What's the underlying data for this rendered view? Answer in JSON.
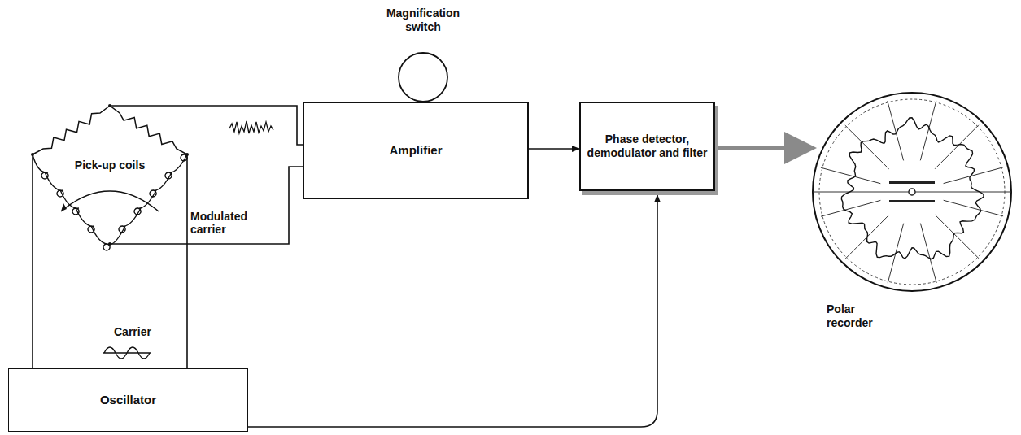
{
  "diagram": {
    "nodes": [
      {
        "text": [
          "Magnification switch"
        ]
      },
      {
        "text": [
          "Pick-up coils"
        ]
      },
      {
        "text": [
          "Amplifier"
        ]
      },
      {
        "text": [
          "Phase detector, demodulator and filter"
        ]
      },
      {
        "text": [
          "Polar recorder"
        ]
      },
      {
        "text": [
          "Oscillator"
        ]
      }
    ],
    "edges": [
      {
        "from": 0,
        "to": 2,
        "arrow": "to"
      },
      {
        "from": 1,
        "to": 2,
        "arrow": "none"
      },
      {
        "from": 2,
        "to": 3,
        "arrow": "to"
      },
      {
        "from": 3,
        "to": 4,
        "arrow": "to"
      },
      {
        "from": 5,
        "to": 1,
        "arrow": "none"
      },
      {
        "from": 5,
        "to": 3,
        "arrow": "to"
      }
    ],
    "labels": [
      "Modulated carrier",
      "Carrier"
    ]
  }
}
